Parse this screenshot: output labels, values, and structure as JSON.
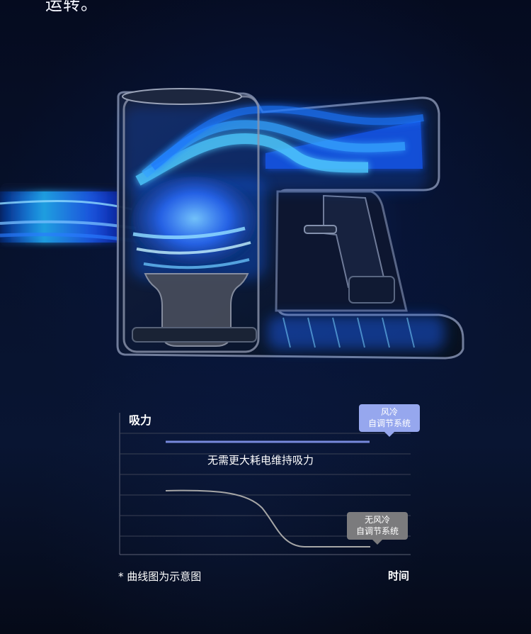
{
  "top_text": "运转。",
  "chart": {
    "y_label": "吸力",
    "x_label": "时间",
    "center_note": "无需更大耗电维持吸力",
    "footnote": "* 曲线图为示意图",
    "bubble_on": {
      "line1": "风冷",
      "line2": "自调节系统"
    },
    "bubble_off": {
      "line1": "无风冷",
      "line2": "自调节系统"
    }
  },
  "colors": {
    "background": "#050a18",
    "blue_glow": "#1e6dff",
    "bubble_on": "#96a7ee",
    "bubble_off": "#7b7b7d",
    "grid": "#3b4256"
  }
}
